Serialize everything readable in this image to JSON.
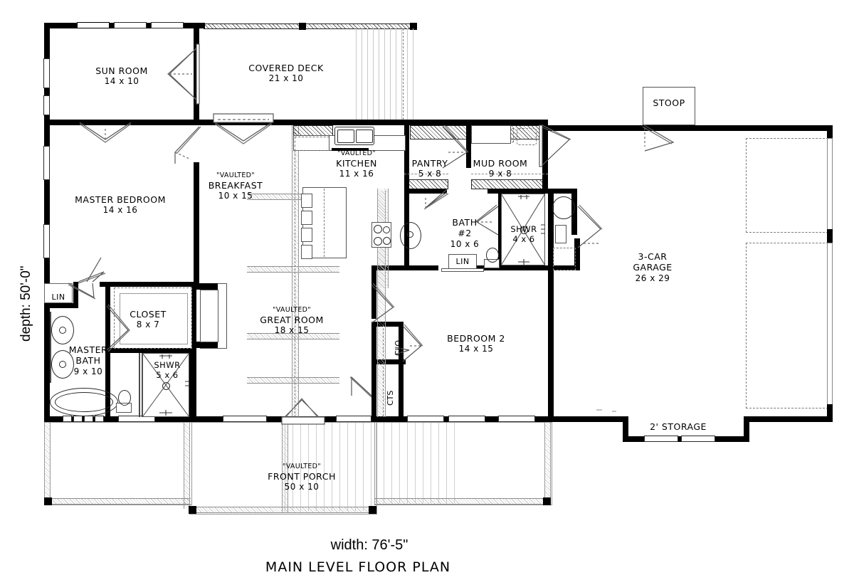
{
  "plan": {
    "title": "MAIN LEVEL FLOOR PLAN",
    "width_label": "width: 76'-5\"",
    "depth_label": "depth: 50'-0\""
  },
  "rooms": [
    {
      "id": "sun-room",
      "name": "SUN ROOM",
      "dims": "14 x 10",
      "vaulted": ""
    },
    {
      "id": "covered-deck",
      "name": "COVERED DECK",
      "dims": "21 x 10",
      "vaulted": ""
    },
    {
      "id": "stoop",
      "name": "STOOP",
      "dims": "",
      "vaulted": ""
    },
    {
      "id": "master-bedroom",
      "name": "MASTER BEDROOM",
      "dims": "14 x 16",
      "vaulted": ""
    },
    {
      "id": "breakfast",
      "name": "BREAKFAST",
      "dims": "10 x 15",
      "vaulted": "\"VAULTED\""
    },
    {
      "id": "kitchen",
      "name": "KITCHEN",
      "dims": "11 x 16",
      "vaulted": "\"VAULTED\""
    },
    {
      "id": "pantry",
      "name": "PANTRY",
      "dims": "5 x 8",
      "vaulted": ""
    },
    {
      "id": "mud-room",
      "name": "MUD ROOM",
      "dims": "9 x 8",
      "vaulted": ""
    },
    {
      "id": "bath-2",
      "name": "BATH",
      "dims": "10 x 6",
      "sub": "#2",
      "vaulted": ""
    },
    {
      "id": "shower-bath2",
      "name": "SHWR",
      "dims": "4 x 6",
      "vaulted": ""
    },
    {
      "id": "garage",
      "name": "3-CAR",
      "name2": "GARAGE",
      "dims": "26 x 29",
      "vaulted": ""
    },
    {
      "id": "master-closet",
      "name": "CLOSET",
      "dims": "8 x 7",
      "vaulted": ""
    },
    {
      "id": "great-room",
      "name": "GREAT ROOM",
      "dims": "18 x 15",
      "vaulted": "\"VAULTED\""
    },
    {
      "id": "master-bath",
      "name": "MASTER",
      "name2": "BATH",
      "dims": "9 x 10",
      "vaulted": ""
    },
    {
      "id": "shower-master",
      "name": "SHWR",
      "dims": "5 x 6",
      "vaulted": ""
    },
    {
      "id": "bedroom-2",
      "name": "BEDROOM 2",
      "dims": "14 x 15",
      "vaulted": ""
    },
    {
      "id": "storage",
      "name": "2' STORAGE",
      "dims": "",
      "vaulted": ""
    },
    {
      "id": "front-porch",
      "name": "FRONT PORCH",
      "dims": "50 x 10",
      "vaulted": "\"VAULTED\""
    }
  ],
  "small_labels": {
    "lin_master": "LIN",
    "lin_bath2": "LIN",
    "clo": "CLO",
    "cts": "CTS"
  }
}
